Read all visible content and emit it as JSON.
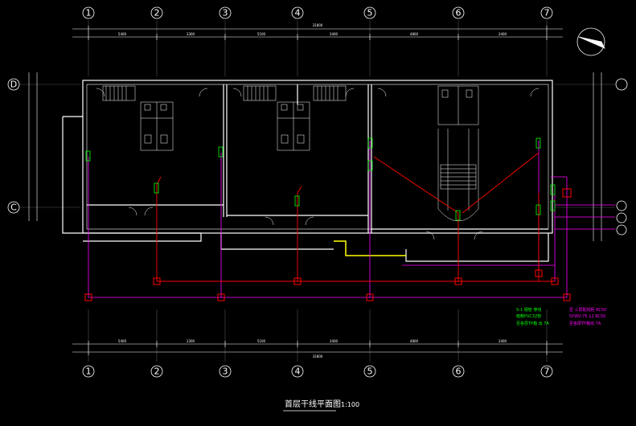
{
  "drawing": {
    "title": "首层干线平面图",
    "scale": "1:100"
  },
  "axes": {
    "columns": [
      "1",
      "2",
      "3",
      "4",
      "5",
      "6",
      "7"
    ],
    "rows": [
      "D",
      "C"
    ],
    "right_extra": [
      "",
      "",
      ""
    ]
  },
  "dimensions": {
    "top_total": "31800",
    "top_segments": [
      "5400",
      "3300",
      "5100",
      "3400",
      "4800",
      "3400"
    ],
    "bottom_total": "31800",
    "bottom_segments": [
      "5400",
      "3300",
      "5100",
      "3400",
      "4800",
      "3400"
    ]
  },
  "colors": {
    "background": "#000000",
    "walls": "#ffffff",
    "riser": "#ff0000",
    "branch": "#ff00ff",
    "cable": "#ffff00",
    "tag": "#00ff00"
  },
  "legend": {
    "green_lines": [
      "S-1 钢管 穿线",
      "暗敷PVC32管",
      "至各层TP箱 出 7A"
    ],
    "magenta_lines": [
      "至 三层配线柜 RC50",
      "SYWV-75-12 RC50",
      "至各层TP箱出 7A"
    ]
  },
  "icons": {
    "north_arrow": "north-arrow-icon"
  }
}
